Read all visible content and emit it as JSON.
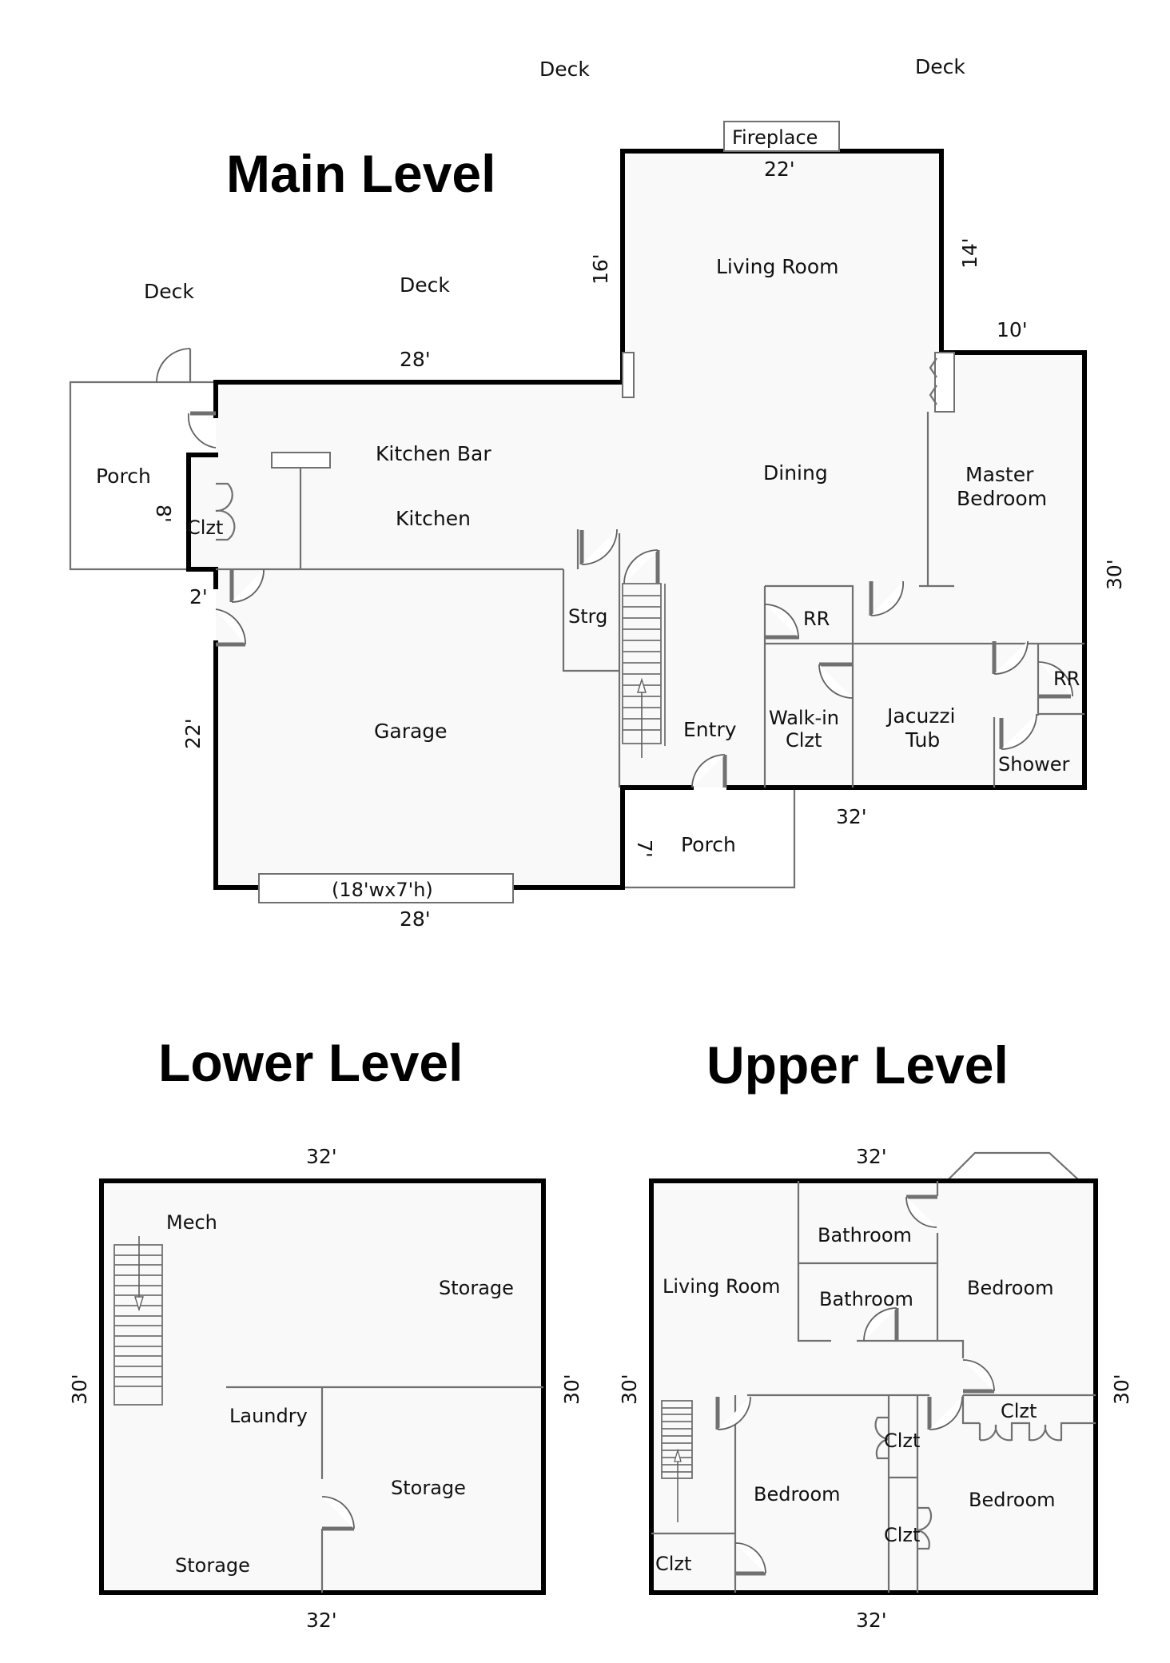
{
  "levels": {
    "main": {
      "title": "Main Level",
      "rooms": {
        "living_room": "Living Room",
        "fireplace": "Fireplace",
        "kitchen_bar": "Kitchen Bar",
        "kitchen": "Kitchen",
        "dining": "Dining",
        "master_bedroom_1": "Master",
        "master_bedroom_2": "Bedroom",
        "porch_left": "Porch",
        "clzt": "Clzt",
        "strg": "Strg",
        "rr_1": "RR",
        "rr_2": "RR",
        "walk_in_1": "Walk-in",
        "walk_in_2": "Clzt",
        "jacuzzi_1": "Jacuzzi",
        "jacuzzi_2": "Tub",
        "shower": "Shower",
        "entry": "Entry",
        "garage": "Garage",
        "garage_door": "(18'wx7'h)",
        "porch_front": "Porch"
      },
      "outside": {
        "deck_top_center": "Deck",
        "deck_top_right": "Deck",
        "deck_left": "Deck",
        "deck_mid": "Deck"
      },
      "dimensions": {
        "fireplace_wall": "22'",
        "living_left": "16'",
        "living_right": "14'",
        "master_top": "10'",
        "kitchen_top": "28'",
        "porch_side": "8'",
        "clzt_gap": "2'",
        "garage_side": "22'",
        "master_right": "30'",
        "rear_wall": "32'",
        "front_porch": "7'",
        "garage_bottom": "28'"
      }
    },
    "lower": {
      "title": "Lower Level",
      "rooms": {
        "mech": "Mech",
        "storage_top": "Storage",
        "laundry": "Laundry",
        "storage_mid": "Storage",
        "storage_bottom": "Storage"
      },
      "dimensions": {
        "top": "32'",
        "bottom": "32'",
        "left": "30'",
        "right": "30'"
      }
    },
    "upper": {
      "title": "Upper Level",
      "rooms": {
        "living_room": "Living Room",
        "bathroom_1": "Bathroom",
        "bathroom_2": "Bathroom",
        "bedroom_ne": "Bedroom",
        "clzt_right": "Clzt",
        "clzt_mid_1": "Clzt",
        "bedroom_sw": "Bedroom",
        "bedroom_se": "Bedroom",
        "clzt_mid_2": "Clzt",
        "clzt_stair": "Clzt"
      },
      "dimensions": {
        "top": "32'",
        "bottom": "32'",
        "left": "30'",
        "right": "30'"
      }
    }
  },
  "colors": {
    "wall": "#000000",
    "partition": "#707070",
    "floor": "#f9f9f9",
    "background": "#ffffff"
  }
}
